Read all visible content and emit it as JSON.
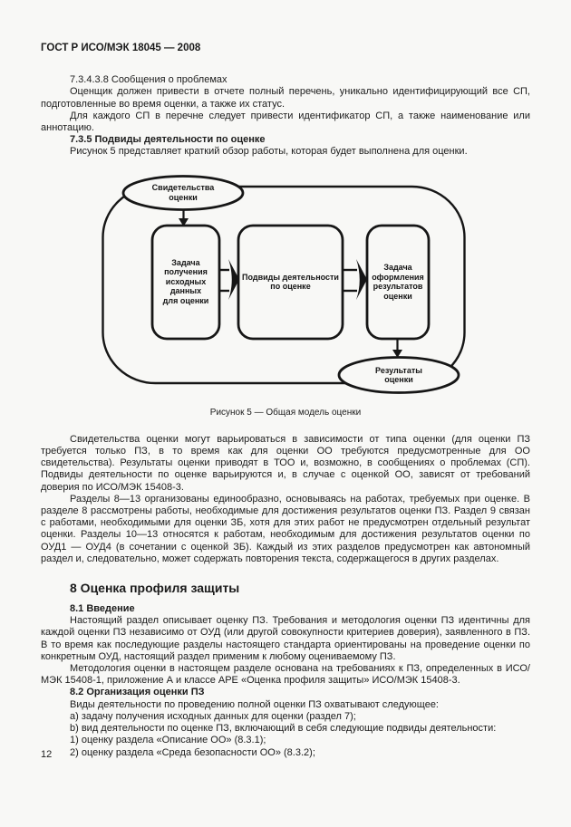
{
  "page": {
    "header": "ГОСТ Р ИСО/МЭК 18045 — 2008",
    "page_number": "12"
  },
  "section7": {
    "s7348_title": "7.3.4.3.8 Сообщения о проблемах",
    "p_reports_1": "Оценщик должен привести в отчете полный перечень, уникально идентифицирующий все СП, подготовленные во время оценки, а также их статус.",
    "p_reports_2": "Для каждого СП в перечне следует привести идентификатор СП, а также наименование или аннотацию.",
    "s735_title": "7.3.5 Подвиды деятельности по оценке",
    "p_figure_intro": "Рисунок 5 представляет краткий обзор работы, которая будет выполнена для оценки."
  },
  "figure": {
    "caption": "Рисунок 5 — Общая модель оценки",
    "evidence_ellipse": "Свидетельства\nоценки",
    "input_task_box": "Задача\nполучения\nисходных\nданных\nдля оценки",
    "subactivities_box": "Подвиды деятельности\nпо оценке",
    "output_task_box": "Задача\nоформления\nрезультатов\nоценки",
    "results_ellipse": "Результаты\nоценки"
  },
  "after_figure": {
    "p_evidence": "Свидетельства оценки могут варьироваться в зависимости от типа оценки (для оценки ПЗ требуется только ПЗ, в то время как для оценки ОО требуются предусмотренные для ОО свидетельства). Результаты оценки приводят в ТОО и, возможно, в сообщениях о проблемах (СП). Подвиды деятельности по оценке варьируются и, в случае с оценкой ОО, зависят от требований доверия по ИСО/МЭК 15408-3.",
    "p_sections": "Разделы 8—13 организованы единообразно, основываясь на работах, требуемых при оценке. В разделе 8 рассмотрены работы, необходимые для достижения результатов оценки ПЗ. Раздел 9 связан с работами, необходимыми для оценки ЗБ, хотя для этих работ не предусмотрен отдельный результат оценки. Разделы 10—13 относятся к работам, необходимым для достижения результатов оценки по ОУД1 — ОУД4 (в сочетании с оценкой ЗБ). Каждый из этих разделов предусмотрен как автономный раздел и, следовательно, может содержать повторения текста, содержащегося в других разделах."
  },
  "section8": {
    "title": "8 Оценка профиля защиты",
    "s81_title": "8.1 Введение",
    "p_intro_1": "Настоящий раздел описывает оценку ПЗ. Требования и методология оценки ПЗ идентичны для каждой оценки ПЗ независимо от ОУД (или другой совокупности критериев доверия), заявленного в ПЗ. В то время как последующие разделы настоящего стандарта ориентированы на проведение оценки по конкретным ОУД, настоящий раздел применим к любому оцениваемому ПЗ.",
    "p_intro_2": "Методология оценки в настоящем разделе основана на требованиях к ПЗ, определенных в ИСО/МЭК 15408-1, приложение А и классе АРЕ «Оценка профиля защиты» ИСО/МЭК 15408-3.",
    "s82_title": "8.2 Организация оценки ПЗ",
    "p_org_intro": "Виды деятельности по проведению полной оценки ПЗ охватывают следующее:",
    "item_a": "a) задачу получения исходных данных для оценки (раздел 7);",
    "item_b": "b) вид деятельности по оценке ПЗ, включающий в себя следующие подвиды деятельности:",
    "item_1": "1) оценку раздела «Описание ОО» (8.3.1);",
    "item_2": "2) оценку раздела «Среда безопасности ОО» (8.3.2);"
  }
}
